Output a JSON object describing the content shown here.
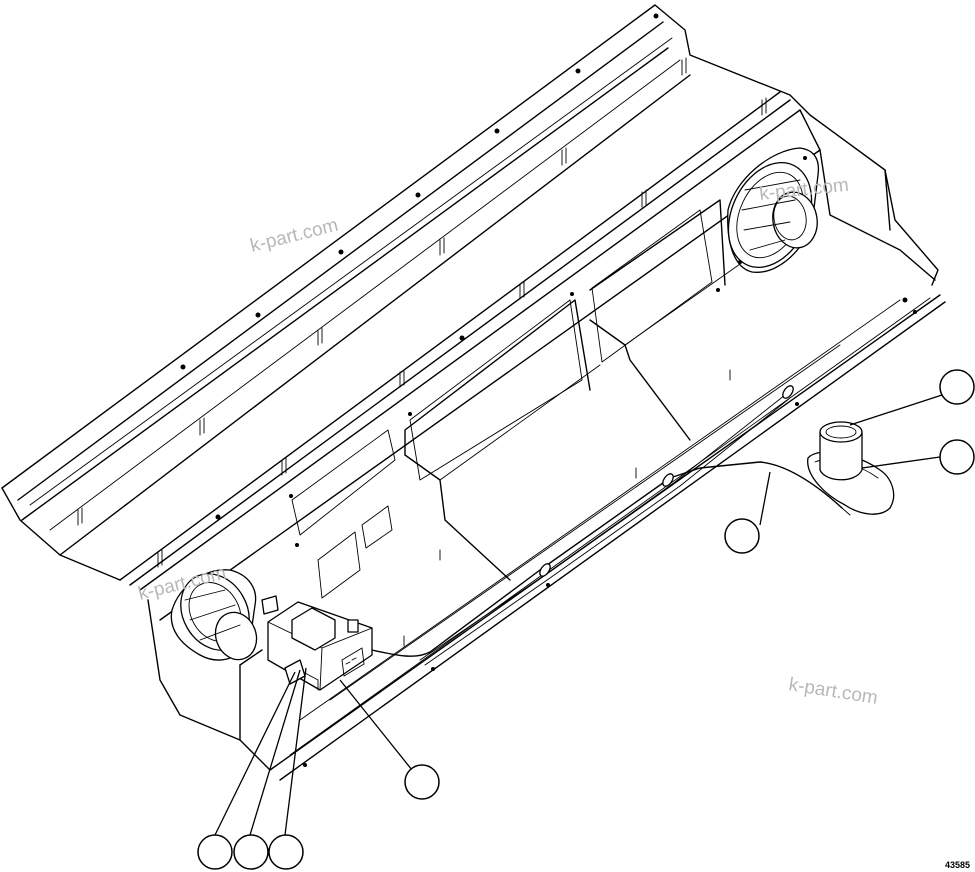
{
  "drawing": {
    "figure_number": "43585",
    "watermarks": [
      "k-part.com",
      "k-part.com",
      "k-part.com",
      "k-part.com"
    ],
    "callouts": [
      {
        "id": "callout-top-right"
      },
      {
        "id": "callout-right"
      },
      {
        "id": "callout-wire"
      },
      {
        "id": "callout-amplifier"
      },
      {
        "id": "callout-bottom-1"
      },
      {
        "id": "callout-bottom-2"
      },
      {
        "id": "callout-bottom-3"
      }
    ]
  }
}
